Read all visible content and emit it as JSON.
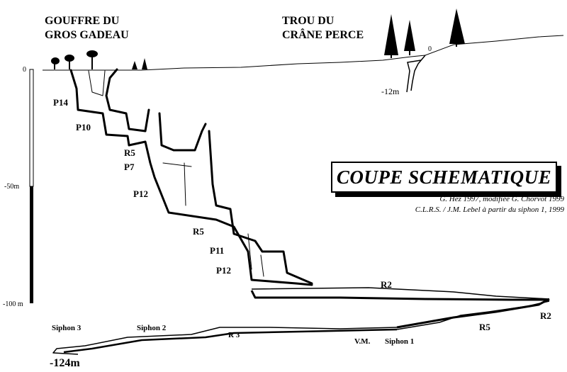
{
  "entrances": {
    "left_name": "GOUFFRE DU\nGROS GADEAU",
    "right_name": "TROU DU\nCRÂNE PERCE",
    "right_zero": "0",
    "right_depth": "-12m"
  },
  "title": "COUPE SCHEMATIQUE",
  "credits": [
    "G. Hez 1997, modifiée G. Chorvot 1999",
    "C.L.R.S. / J.M. Lebel à partir du siphon 1, 1999"
  ],
  "scale": {
    "zero": "0",
    "mid": "-50m",
    "bottom": "-100 m",
    "deepest": "-124m"
  },
  "pitches": [
    "P14",
    "P10",
    "R5",
    "P7",
    "P12",
    "R5",
    "P11",
    "P12"
  ],
  "gallery_labels": {
    "r2_top": "R2",
    "r2_right": "R2",
    "r5_lower": "R5",
    "r3": "R 3",
    "vm": "V.M.",
    "siphon1": "Siphon 1",
    "siphon2": "Siphon 2",
    "siphon3": "Siphon 3"
  }
}
